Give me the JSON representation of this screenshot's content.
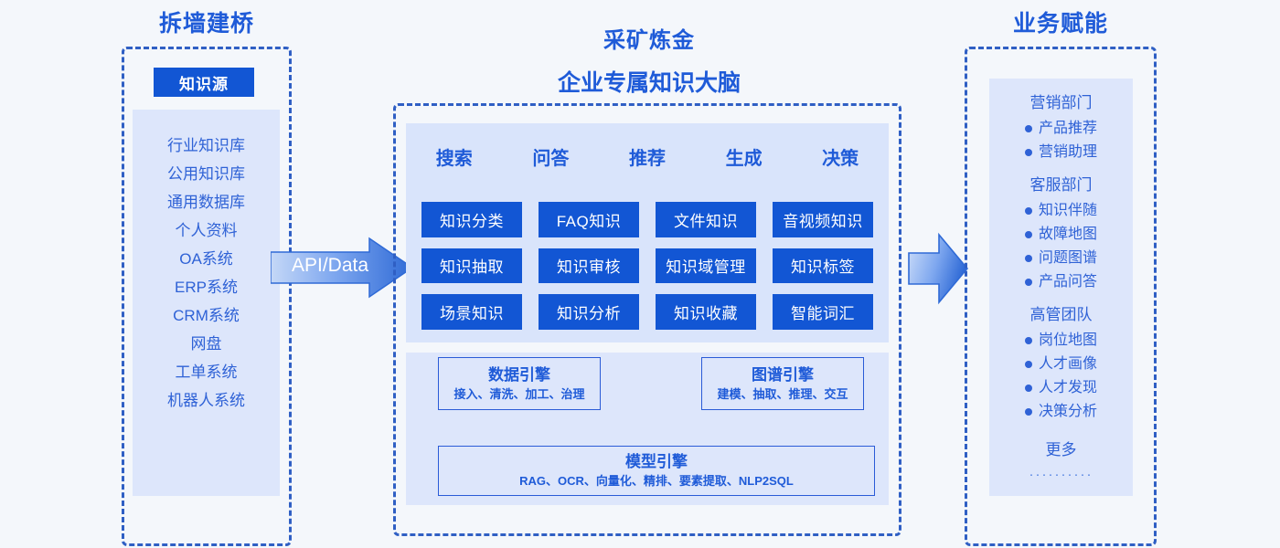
{
  "sections": {
    "left_title": "拆墙建桥",
    "mid_title": "采矿炼金",
    "mid_subtitle": "企业专属知识大脑",
    "right_title": "业务赋能"
  },
  "left": {
    "badge": "知识源",
    "sources": [
      "行业知识库",
      "公用知识库",
      "通用数据库",
      "个人资料",
      "OA系统",
      "ERP系统",
      "CRM系统",
      "网盘",
      "工单系统",
      "机器人系统"
    ]
  },
  "connector": {
    "api_label": "API/Data",
    "api_icon": "right-arrow-icon",
    "output_icon": "right-arrow-icon"
  },
  "center": {
    "tabs": [
      "搜索",
      "问答",
      "推荐",
      "生成",
      "决策"
    ],
    "capabilities": [
      "知识分类",
      "FAQ知识",
      "文件知识",
      "音视频知识",
      "知识抽取",
      "知识审核",
      "知识域管理",
      "知识标签",
      "场景知识",
      "知识分析",
      "知识收藏",
      "智能词汇"
    ],
    "engines": [
      {
        "title": "数据引擎",
        "subtitle": "接入、清洗、加工、治理"
      },
      {
        "title": "图谱引擎",
        "subtitle": "建模、抽取、推理、交互"
      },
      {
        "title": "模型引擎",
        "subtitle": "RAG、OCR、向量化、精排、要素提取、NLP2SQL"
      }
    ]
  },
  "right": {
    "groups": [
      {
        "title": "营销部门",
        "items": [
          "产品推荐",
          "营销助理"
        ]
      },
      {
        "title": "客服部门",
        "items": [
          "知识伴随",
          "故障地图",
          "问题图谱",
          "产品问答"
        ]
      },
      {
        "title": "高管团队",
        "items": [
          "岗位地图",
          "人才画像",
          "人才发现",
          "决策分析"
        ]
      }
    ],
    "more_label": "更多",
    "dots": "··········"
  },
  "colors": {
    "background": "#f4f7fb",
    "brand_blue": "#1f5bd8",
    "solid_box": "#1256d4",
    "panel_light": "#dde6fb",
    "panel_mid": "#d9e4fb",
    "dashed_border": "#2f5fc4"
  }
}
